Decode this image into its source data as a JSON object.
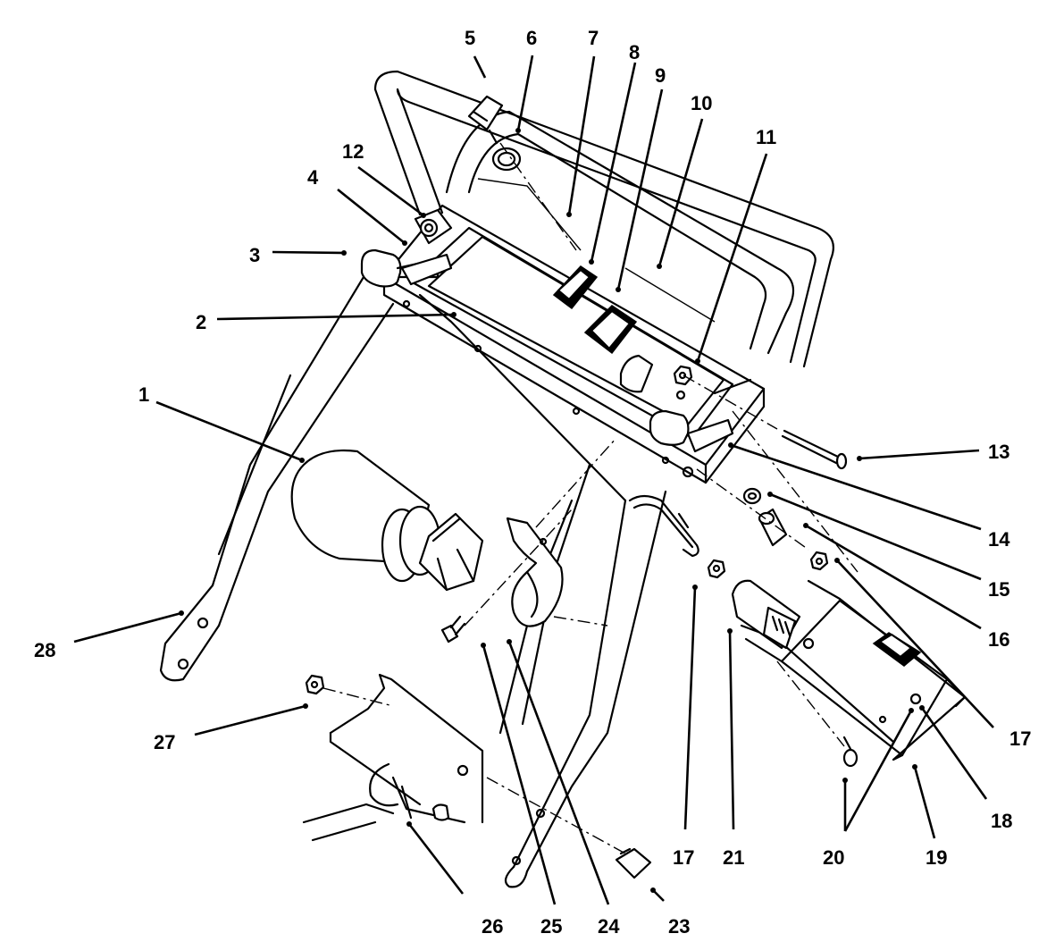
{
  "callouts": [
    {
      "id": "c1",
      "label": "1"
    },
    {
      "id": "c2",
      "label": "2"
    },
    {
      "id": "c3",
      "label": "3"
    },
    {
      "id": "c4",
      "label": "4"
    },
    {
      "id": "c5",
      "label": "5"
    },
    {
      "id": "c6",
      "label": "6"
    },
    {
      "id": "c7",
      "label": "7"
    },
    {
      "id": "c8",
      "label": "8"
    },
    {
      "id": "c9",
      "label": "9"
    },
    {
      "id": "c10",
      "label": "10"
    },
    {
      "id": "c11",
      "label": "11"
    },
    {
      "id": "c12",
      "label": "12"
    },
    {
      "id": "c13",
      "label": "13"
    },
    {
      "id": "c14",
      "label": "14"
    },
    {
      "id": "c15",
      "label": "15"
    },
    {
      "id": "c16",
      "label": "16"
    },
    {
      "id": "c17a",
      "label": "17"
    },
    {
      "id": "c17b",
      "label": "17"
    },
    {
      "id": "c18",
      "label": "18"
    },
    {
      "id": "c19",
      "label": "19"
    },
    {
      "id": "c20",
      "label": "20"
    },
    {
      "id": "c21",
      "label": "21"
    },
    {
      "id": "c23",
      "label": "23"
    },
    {
      "id": "c24",
      "label": "24"
    },
    {
      "id": "c25",
      "label": "25"
    },
    {
      "id": "c26",
      "label": "26"
    },
    {
      "id": "c27",
      "label": "27"
    },
    {
      "id": "c28",
      "label": "28"
    }
  ]
}
